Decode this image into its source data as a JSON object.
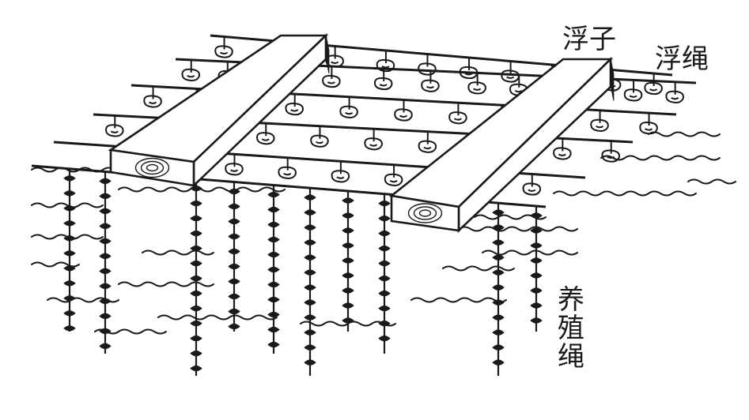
{
  "labels": {
    "float": "浮子",
    "float_rope": "浮绳",
    "culture_rope": "养\n殖\n绳"
  },
  "colors": {
    "ink": "#1a1a1a",
    "background": "#ffffff"
  }
}
